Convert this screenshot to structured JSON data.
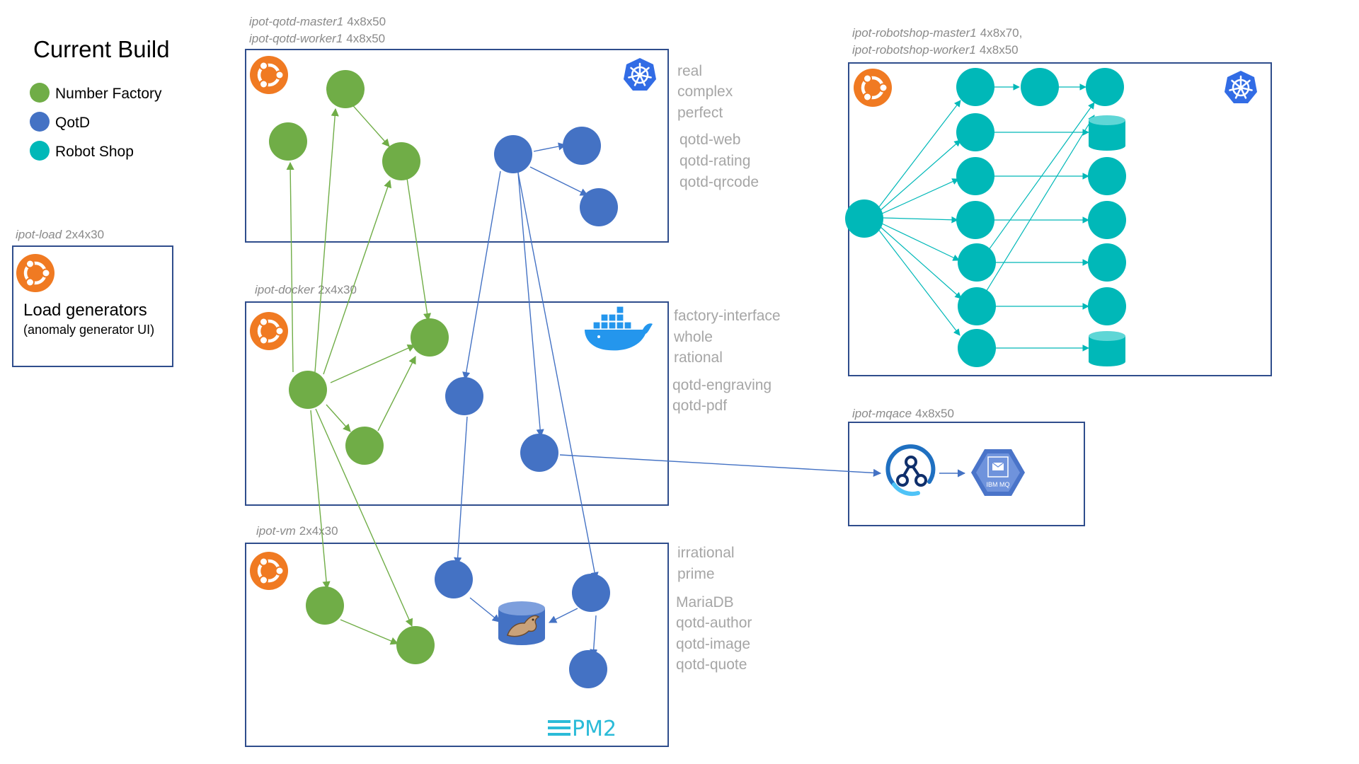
{
  "colors": {
    "number_factory": "#70ad47",
    "qotd": "#4472c4",
    "robot_shop": "#00b8b8",
    "ubuntu": "#f07a22",
    "kubernetes": "#326ce5",
    "box_border": "#2f4d8c"
  },
  "legend": {
    "title": "Current Build",
    "items": [
      {
        "label": "Number Factory",
        "color": "#70ad47"
      },
      {
        "label": "QotD",
        "color": "#4472c4"
      },
      {
        "label": "Robot Shop",
        "color": "#00b8b8"
      }
    ]
  },
  "load_box": {
    "header_name": "ipot-load",
    "header_size": "2x4x30",
    "title": "Load generators",
    "subtitle": "(anomaly generator UI)",
    "icon": "ubuntu-icon"
  },
  "qotd_cluster": {
    "header1_name": "ipot-qotd-master1",
    "header1_size": "4x8x50",
    "header2_name": "ipot-qotd-worker1",
    "header2_size": "4x8x50",
    "icons": [
      "ubuntu-icon",
      "kubernetes-icon"
    ],
    "services": [
      "real",
      "complex",
      "perfect",
      "qotd-web",
      "qotd-rating",
      "qotd-qrcode"
    ]
  },
  "docker_box": {
    "header_name": "ipot-docker",
    "header_size": "2x4x30",
    "icons": [
      "ubuntu-icon",
      "docker-icon"
    ],
    "services": [
      "factory-interface",
      "whole",
      "rational",
      "qotd-engraving",
      "qotd-pdf"
    ]
  },
  "vm_box": {
    "header_name": "ipot-vm",
    "header_size": "2x4x30",
    "icons": [
      "ubuntu-icon",
      "mariadb-icon",
      "pm2-logo"
    ],
    "logo_text": "PM2",
    "services": [
      "irrational",
      "prime",
      "MariaDB",
      "qotd-author",
      "qotd-image",
      "qotd-quote"
    ]
  },
  "robotshop_cluster": {
    "header1_name": "ipot-robotshop-master1",
    "header1_size": "4x8x70,",
    "header2_name": "ipot-robotshop-worker1",
    "header2_size": "4x8x50",
    "icons": [
      "ubuntu-icon",
      "kubernetes-icon"
    ]
  },
  "mqace_box": {
    "header_name": "ipot-mqace",
    "header_size": "4x8x50",
    "icons": [
      "ace-icon",
      "ibm-mq-icon"
    ],
    "mq_label": "IBM MQ"
  }
}
